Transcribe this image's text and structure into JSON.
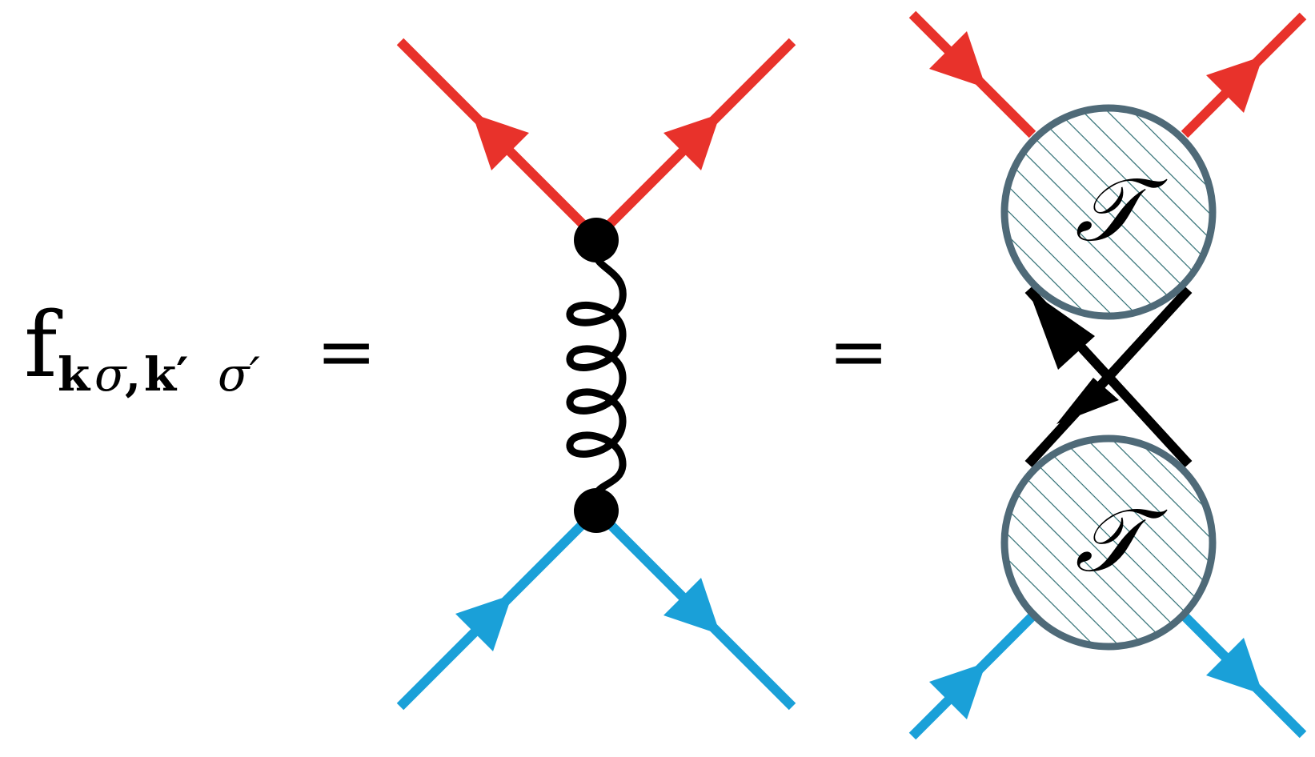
{
  "lhs": {
    "main": "f",
    "subscript_k": "k",
    "subscript_sigma": "σ",
    "subscript_comma": ",",
    "subscript_kprime": "k′",
    "subscript_sigmaprime": "σ′"
  },
  "equals_1": "=",
  "equals_2": "=",
  "vertex_label_top": "𝒯",
  "vertex_label_bottom": "𝒯",
  "colors": {
    "upper_fermion": "#e8322b",
    "lower_fermion": "#1aa0d8",
    "gluon": "#000000",
    "vertex_outline": "#4f6a78",
    "hatch": "#2e6e73"
  }
}
